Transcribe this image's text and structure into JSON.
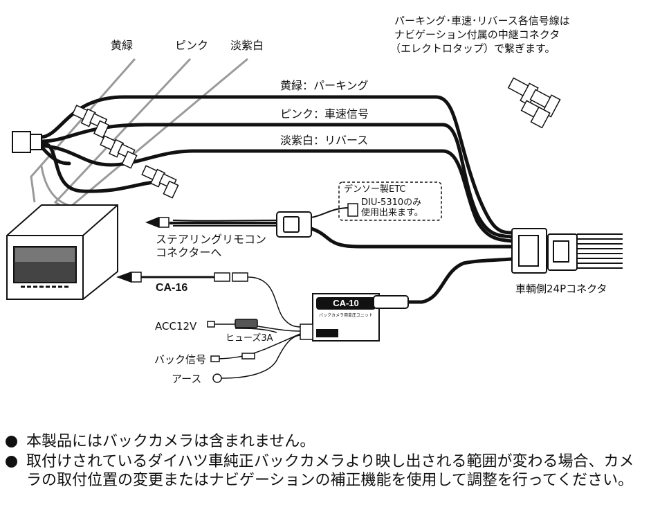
{
  "top_note": {
    "line1": "パーキング･車速･リバース各信号線は",
    "line2": "ナビゲーション付属の中継コネクタ",
    "line3": "（エレクトロタップ）で繋ぎます。"
  },
  "wire_colors": {
    "yellow_green": "黄緑",
    "pink": "ピンク",
    "light_purple_white": "淡紫白"
  },
  "signal_labels": {
    "parking": "黄緑：パーキング",
    "speed": "ピンク：車速信号",
    "reverse": "淡紫白：リバース"
  },
  "etc_box": {
    "title": "デンソー製ETC",
    "line1": "DIU-5310のみ",
    "line2": "使用出来ます。"
  },
  "steering": {
    "line1": "ステアリングリモコン",
    "line2": "コネクターへ"
  },
  "vehicle_connector": "車輌側24Pコネクタ",
  "ca16": "CA-16",
  "ca10": {
    "title": "CA-10",
    "subtitle": "バックカメラ用変圧ユニット"
  },
  "acc": "ACC12V",
  "fuse": "ヒューズ3A",
  "back_signal": "バック信号",
  "ground": "アース",
  "bullets": [
    "本製品にはバックカメラは含まれません。",
    "取付けされているダイハツ車純正バックカメラより映し出される範囲が変わる場合、カメラの取付位置の変更またはナビゲーションの補正機能を使用して調整を行ってください。"
  ]
}
